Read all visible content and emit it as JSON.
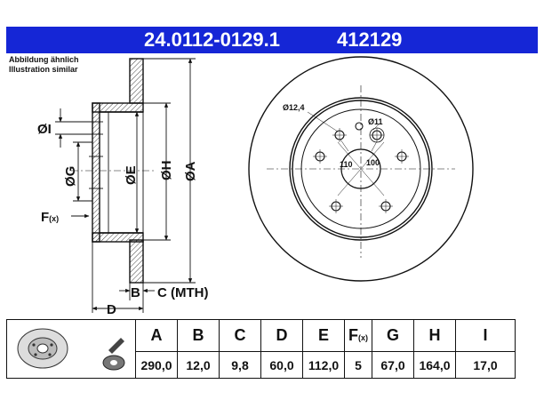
{
  "header": {
    "part_number": "24.0112-0129.1",
    "ref_number": "412129"
  },
  "note": {
    "line1": "Abbildung ähnlich",
    "line2": "Illustration similar"
  },
  "drawing": {
    "labels": {
      "diameter_i": "ØI",
      "diameter_g": "ØG",
      "diameter_e": "ØE",
      "diameter_h": "ØH",
      "diameter_a": "ØA",
      "f": "F",
      "f_sub": "(x)",
      "b": "B",
      "c_mth": "C (MTH)",
      "d": "D"
    },
    "front_labels": {
      "bolt_hole": "Ø12,4",
      "small_hole": "Ø11",
      "pcd_110": "110",
      "pcd_100": "100"
    }
  },
  "table": {
    "headers": [
      "A",
      "B",
      "C",
      "D",
      "E",
      "F",
      "G",
      "H",
      "I"
    ],
    "f_sub": "(x)",
    "values": [
      "290,0",
      "12,0",
      "9,8",
      "60,0",
      "112,0",
      "5",
      "67,0",
      "164,0",
      "17,0"
    ]
  },
  "colors": {
    "header_bg": "#1526d6",
    "header_text": "#ffffff",
    "line": "#111111"
  },
  "icons": [
    "disc-thumbnail-icon",
    "disc-check-icon"
  ]
}
